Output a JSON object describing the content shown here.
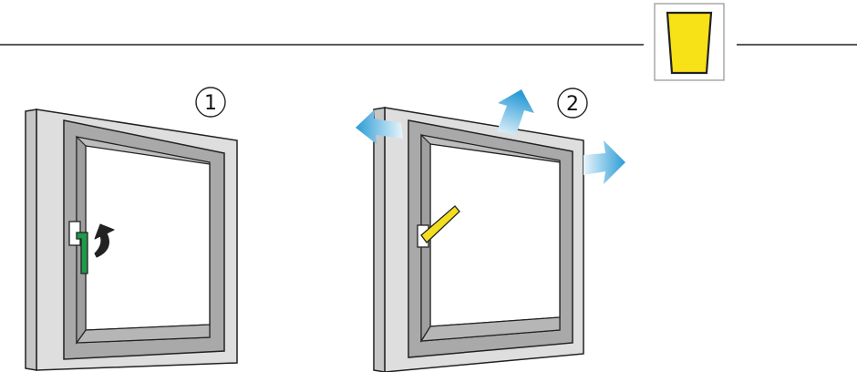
{
  "steps": [
    {
      "number": "1",
      "handle_state": "closed",
      "handle_color": "#1e9a4c",
      "action_icon": "rotate-arrow-icon"
    },
    {
      "number": "2",
      "handle_state": "tilted",
      "handle_color": "#f2de1f",
      "action_icon": "airflow-arrow-icon"
    }
  ],
  "colors": {
    "frame_front": "#dedede",
    "frame_side": "#c6c6c6",
    "frame_inner": "#bdbdbd",
    "sash": "#a9a9a9",
    "outline": "#222222",
    "badge_fill": "#f7e117",
    "airflow_start": "#e6f4fb",
    "airflow_end": "#2b9bd6",
    "rotate_arrow": "#222222"
  },
  "header": {
    "badge_icon": "yellow-indicator-icon"
  }
}
